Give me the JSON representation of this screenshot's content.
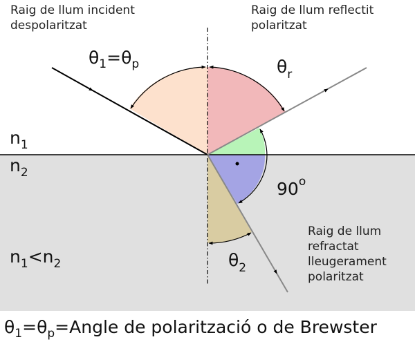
{
  "labels": {
    "incident_line1": "Raig de llum incident",
    "incident_line2": "despolaritzat",
    "reflected_line1": "Raig de llum reflectit",
    "reflected_line2": "polaritzat",
    "refracted_line1": "Raig de llum",
    "refracted_line2": "refractat",
    "refracted_line3": "lleugerament",
    "refracted_line4": "polaritzat"
  },
  "symbols": {
    "theta": "θ",
    "n": "n",
    "sub1": "1",
    "sub2": "2",
    "subp": "p",
    "subr": "r",
    "equals": "=",
    "less": "<",
    "ninety": "90",
    "degree": "o"
  },
  "caption": {
    "text": "Angle de polarització o de Brewster"
  },
  "colors": {
    "medium2": "#e0e0e0",
    "incident_sector": "#fde1cd",
    "reflected_sector": "#f2b8ba",
    "green_sector": "#b8f4b8",
    "blue_sector": "#a4a4e4",
    "tan_sector": "#d9cca2"
  }
}
